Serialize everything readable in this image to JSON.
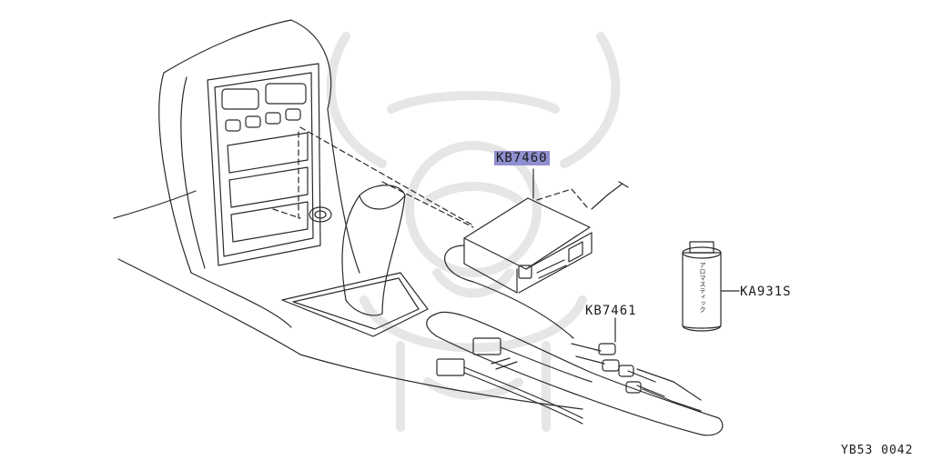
{
  "diagram": {
    "callouts": {
      "kb7460": "KB7460",
      "kb7461": "KB7461",
      "ka931s": "KA931S"
    },
    "figure_code": "YB53 0042",
    "can_label": "アロマスティック",
    "colors": {
      "line": "#2a2a2a",
      "highlight": "#8f8fcf",
      "watermark": "#e4e4e4"
    }
  }
}
